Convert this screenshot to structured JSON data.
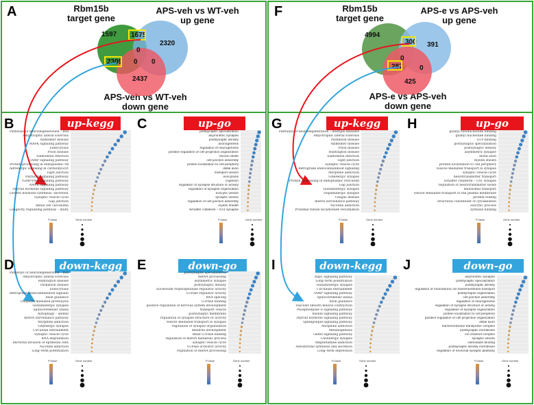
{
  "panels": {
    "A": {
      "label": "A",
      "venn_titles": [
        "Rbm15b\ntarget gene",
        "APS-veh vs WT-veh\nup gene",
        "APS-veh vs WT-veh\ndown gene"
      ],
      "numbers": {
        "only_target": "1597",
        "target_up": "1675",
        "only_up": "2320",
        "center1": "0",
        "center2": "0",
        "center3": "0",
        "target_down": "2309",
        "only_down": "2437"
      }
    },
    "F": {
      "label": "F",
      "venn_titles": [
        "Rbm15b\ntarget gene",
        "APS-e vs APS-veh\nup gene",
        "APS-e vs APS-veh\ndown gene"
      ],
      "numbers": {
        "only_target": "4994",
        "target_up": "300",
        "only_up": "391",
        "center1": "0",
        "center2": "0",
        "target_down": "287",
        "only_down": "425"
      }
    },
    "B": {
      "label": "B",
      "title": "up-kegg",
      "terms": [
        "Pathways of neurodegeneration – multiple diseases",
        "Amyotrophic lateral sclerosis",
        "Alzheimer disease",
        "MAPK signaling pathway",
        "Endocytosis",
        "Prion disease",
        "Salmonella infection",
        "cAMP signaling pathway",
        "Protein processing in endoplasmic reticulum",
        "Adrenergic signaling in cardiomyocytes",
        "Tight junction",
        "Oxytocin signaling pathway",
        "cGMP-PKG signaling pathway",
        "AMPK signaling pathway",
        "Thyroid hormone signaling pathway",
        "Growth hormone synthesis, secretion and action",
        "Synaptic vesicle cycle",
        "Gap junction",
        "Renal cell carcinoma",
        "Longevity regulating pathway – multiple species"
      ]
    },
    "C": {
      "label": "C",
      "title": "up-go",
      "terms": [
        "postsynaptic specialization",
        "asymmetric synapse",
        "postsynaptic density",
        "axonogenesis",
        "regulation of neurogenesis",
        "positive regulation of cell projection organization",
        "neuron death",
        "cell junction assembly",
        "protein localization to cell periphery",
        "distal axon",
        "transport vesicle",
        "exocytosis",
        "cognition",
        "regulation of synapse structure or activity",
        "regulation of synapse organization",
        "exocytic vesicle",
        "synaptic vesicle",
        "regulation of cell junction assembly",
        "myelin sheath",
        "Schaffer collateral – CA1 synapse"
      ]
    },
    "D": {
      "label": "D",
      "title": "down-kegg",
      "terms": [
        "Pathways of neurodegeneration – multiple diseases",
        "Amyotrophic lateral sclerosis",
        "Huntington disease",
        "Parkinson disease",
        "Endocytosis",
        "Retrograde endocannabinoid signaling",
        "Axon guidance",
        "Ubiquitin mediated proteolysis",
        "Glutamatergic synapse",
        "Spinocerebellar ataxia",
        "Autophagy – animal",
        "mRNA surveillance pathway",
        "Morphine addiction",
        "GABAergic synapse",
        "Circadian entrainment",
        "Synaptic vesicle cycle",
        "RNA degradation",
        "Bacterial invasion of epithelial cells",
        "Nicotine addiction",
        "Long–term potentiation"
      ]
    },
    "E": {
      "label": "E",
      "title": "down-go",
      "terms": [
        "postsynaptic specialization",
        "mRNA processing",
        "asymmetric synapse",
        "postsynaptic density",
        "nucleoside–triphosphatase regulator activity",
        "GTPase regulator activity",
        "RNA splicing",
        "GTPase binding",
        "positive regulation of nervous system development",
        "transport vesicle",
        "postsynaptic membrane",
        "regulation of synapse structure or activity",
        "vesicle–mediated transport in synapse",
        "regulation of synapse organization",
        "dendrite development",
        "small GTPase binding",
        "regulation of mRNA metabolic process",
        "synaptic vesicle cycle",
        "GTPase activator activity",
        "regulation of mRNA processing"
      ]
    },
    "G": {
      "label": "G",
      "title": "up-kegg",
      "terms": [
        "Pathways of neurodegeneration – multiple diseases",
        "Amyotrophic lateral sclerosis",
        "Parkinson disease",
        "Alzheimer disease",
        "Prion disease",
        "Huntington disease",
        "Salmonella infection",
        "Tight junction",
        "Synaptic vesicle cycle",
        "Retrograde endocannabinoid signaling",
        "Morphine addiction",
        "GABAergic synapse",
        "Protein processing in endoplasmic reticulum",
        "Gap junction",
        "Glutamatergic synapse",
        "Dopaminergic synapse",
        "Chagas disease",
        "mRNA surveillance pathway",
        "Nicotine addiction",
        "Proximal tubule bicarbonate reclamation"
      ]
    },
    "H": {
      "label": "H",
      "title": "up-go",
      "terms": [
        "guanyl ribonucleotide binding",
        "guanyl nucleotide binding",
        "GTP binding",
        "postsynaptic specialization",
        "postsynaptic density",
        "asymmetric synapse",
        "distal axon",
        "myelin sheath",
        "protein localization to cell periphery",
        "vesicle–mediated transport in synapse",
        "synaptic vesicle cycle",
        "neurotransmitter transport",
        "Schaffer collateral – CA1 synapse",
        "regulation of neurotransmitter levels",
        "endosomal transport",
        "vesicle–mediated transport to the plasma membrane",
        "protein folding",
        "structural constituent of cytoskeleton",
        "exocytic process",
        "syntaxin binding"
      ]
    },
    "I": {
      "label": "I",
      "title": "down-kegg",
      "terms": [
        "Rap1 signaling pathway",
        "Long–term potentiation",
        "Glutamatergic synapse",
        "Circadian entrainment",
        "cAMP signaling pathway",
        "Spinocerebellar ataxia",
        "Axon guidance",
        "Vascular smooth muscle contraction",
        "Phospholipase D signaling pathway",
        "Insulin signaling pathway",
        "Thyroid hormone signaling pathway",
        "Sphingolipid signaling pathway",
        "Morphine addiction",
        "Melanogenesis",
        "GnRH signaling pathway",
        "Cholinergic synapse",
        "Amphetamine addiction",
        "Aldosterone synthesis and secretion",
        "Long–term depression"
      ]
    },
    "J": {
      "label": "J",
      "title": "down-go",
      "terms": [
        "asymmetric synapse",
        "postsynaptic specialization",
        "postsynaptic density",
        "regulation of monoatomic ion transmembrane transport",
        "postsynapse organization",
        "cell junction assembly",
        "regulation of neurogenesis",
        "regulation of synapse structure or activity",
        "regulation of synapse organization",
        "protein localization to cell periphery",
        "positive regulation of cell projection organization",
        "distal axon",
        "transmembrane transporter complex",
        "postsynaptic membrane",
        "ion channel complex",
        "synaptic vesicle",
        "calmodulin binding",
        "postsynaptic density membrane",
        "regulation of neuronal synaptic plasticity"
      ]
    }
  },
  "legend": {
    "pvalue_label": "P.Value",
    "gene_label": "Gene number"
  },
  "colors": {
    "frame": "#3aa33a",
    "red_arrow": "#e8141c",
    "blue_arrow": "#33a4dc",
    "highlight": "#f5e600"
  }
}
